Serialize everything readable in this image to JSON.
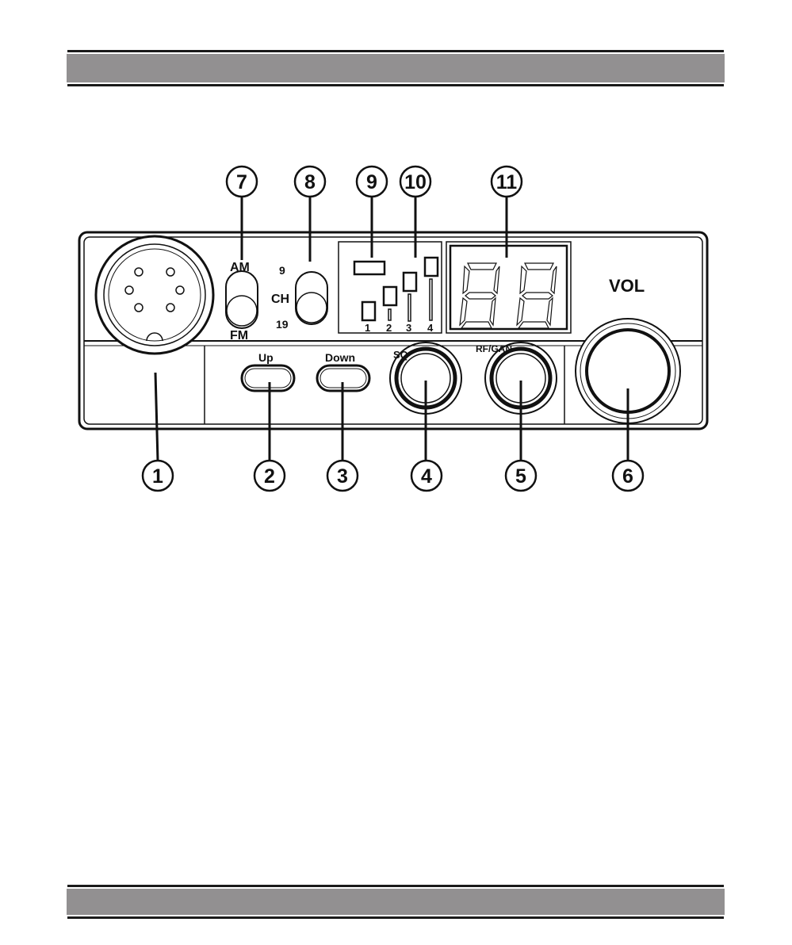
{
  "diagram": {
    "title": "CB radio front panel",
    "callouts_top": [
      "7",
      "8",
      "9",
      "10",
      "11"
    ],
    "callouts_bottom": [
      "1",
      "2",
      "3",
      "4",
      "5",
      "6"
    ],
    "mode_switch": {
      "top": "AM",
      "bottom": "FM"
    },
    "channel_switch": {
      "top": "9",
      "middle": "CH",
      "bottom": "19"
    },
    "meter_labels": [
      "1",
      "2",
      "3",
      "4"
    ],
    "buttons": {
      "up": "Up",
      "down": "Down"
    },
    "knobs": {
      "sq": "SQ",
      "rf": "RF/GAN",
      "vol": "VOL"
    },
    "colors": {
      "band": "#929091",
      "ink": "#111111"
    }
  }
}
